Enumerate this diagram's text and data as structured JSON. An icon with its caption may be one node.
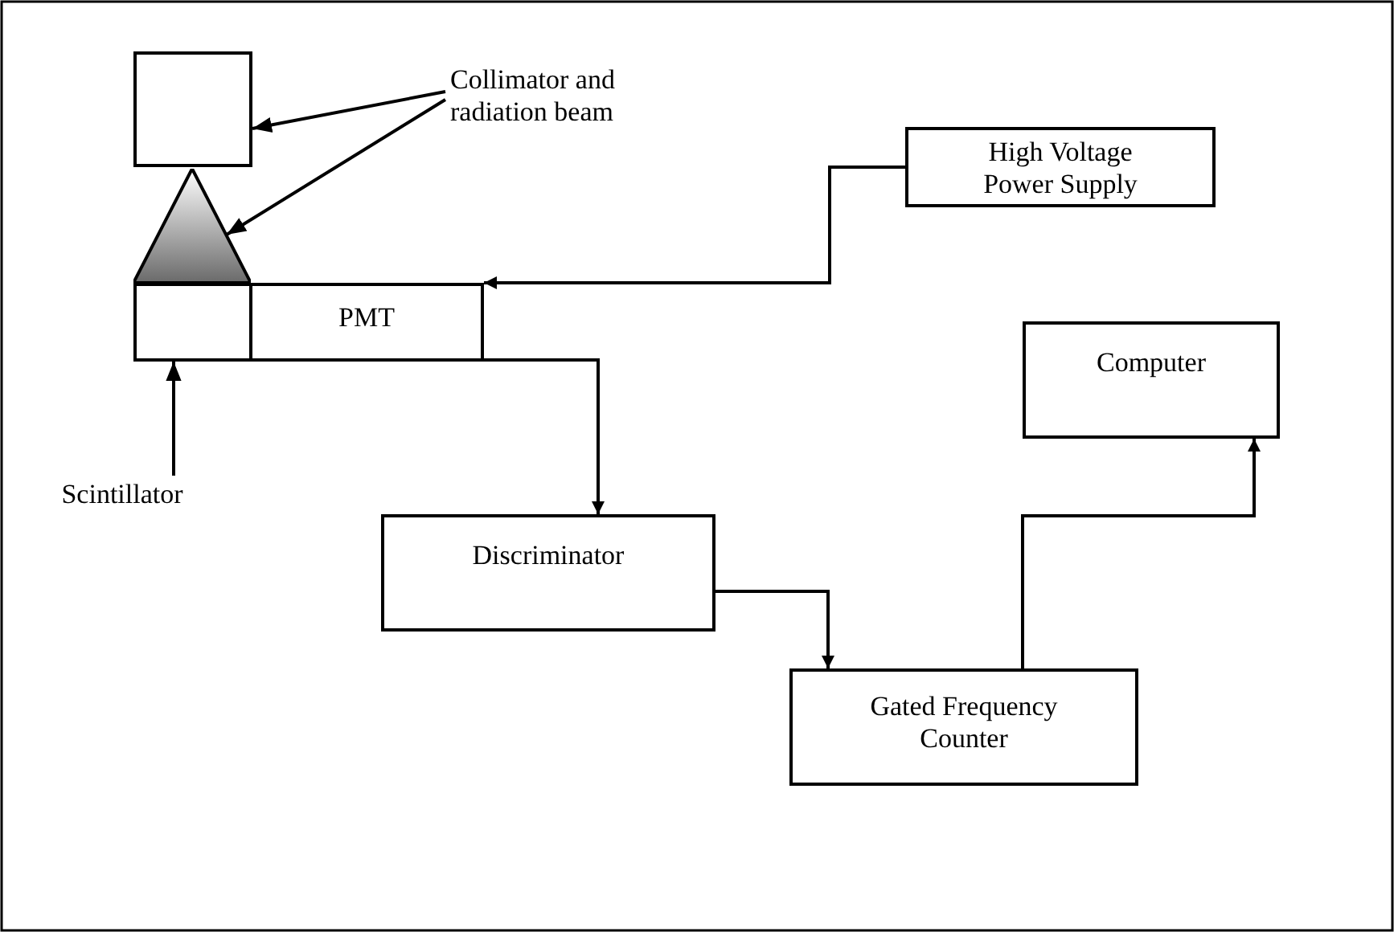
{
  "diagram": {
    "nodes": [
      {
        "text": [],
        "shape": "box"
      },
      {
        "text": [],
        "shape": "triangle"
      },
      {
        "text": [],
        "shape": "box"
      },
      {
        "text": [
          "PMT"
        ]
      },
      {
        "text": [
          "High Voltage Power Supply"
        ]
      },
      {
        "text": [
          "Computer"
        ]
      },
      {
        "text": [
          "Discriminator"
        ]
      },
      {
        "text": [
          "Gated Frequency Counter"
        ]
      },
      {
        "text": [
          "Collimator and radiation beam"
        ]
      },
      {
        "text": [
          "Scintillator"
        ]
      }
    ],
    "edges": [
      {
        "from": 8,
        "to": 0,
        "arrow": "to"
      },
      {
        "from": 8,
        "to": 1,
        "arrow": "to"
      },
      {
        "from": 9,
        "to": 2,
        "arrow": "to"
      },
      {
        "from": 4,
        "to": 3,
        "arrow": "to"
      },
      {
        "from": 3,
        "to": 6,
        "arrow": "to"
      },
      {
        "from": 6,
        "to": 7,
        "arrow": "to"
      },
      {
        "from": 7,
        "to": 5,
        "arrow": "to"
      }
    ]
  }
}
